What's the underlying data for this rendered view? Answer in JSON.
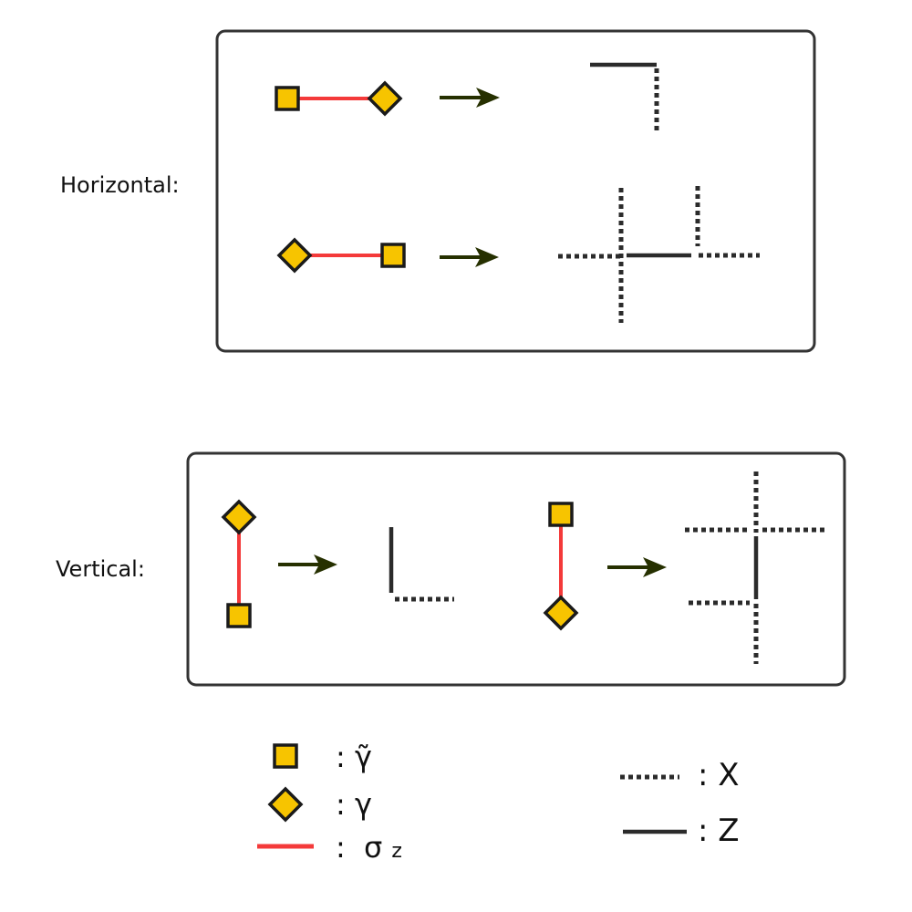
{
  "rows": {
    "horizontal_label": "Horizontal:",
    "vertical_label": "Vertical:"
  },
  "legend": {
    "gamma_tilde": ": γ̃",
    "gamma": ": γ",
    "sigma_z_colon": ":",
    "sigma_z_main": "σ",
    "sigma_z_sub": "z",
    "x": ": X",
    "z": ": Z"
  },
  "colors": {
    "marker_fill": "#f7c400",
    "marker_stroke": "#1a1a1a",
    "sigma_z_edge": "#f43a3a",
    "arrow": "#263000",
    "operator": "#2b2b2b",
    "panel_border": "#333333"
  },
  "icons": {
    "gamma_tilde": "square-marker",
    "gamma": "diamond-marker"
  }
}
